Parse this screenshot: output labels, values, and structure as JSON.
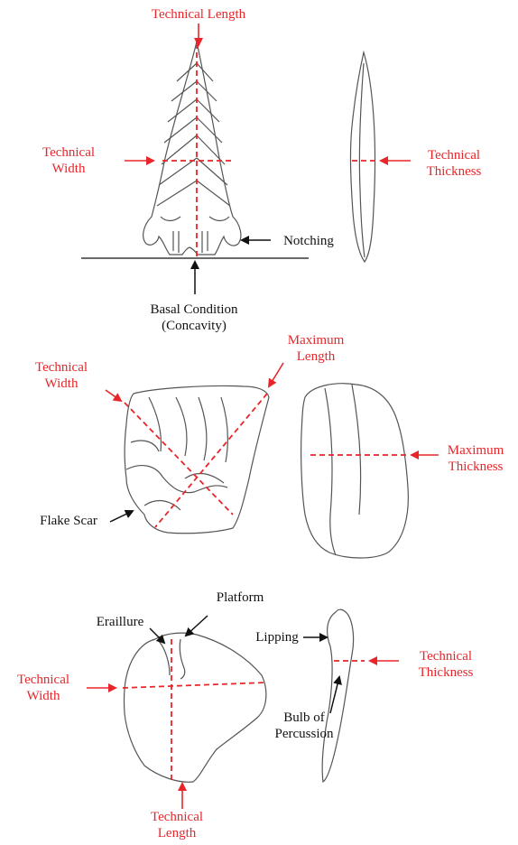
{
  "colors": {
    "measure": "#e8262a",
    "annotation": "#111111",
    "drawing": "#555555"
  },
  "projectile_point": {
    "technical_length": "Technical Length",
    "technical_width": [
      "Technical",
      "Width"
    ],
    "technical_thickness": [
      "Technical",
      "Thickness"
    ],
    "notching": "Notching",
    "basal_condition": [
      "Basal Condition",
      "(Concavity)"
    ]
  },
  "core": {
    "technical_width": [
      "Technical",
      "Width"
    ],
    "maximum_length": [
      "Maximum",
      "Length"
    ],
    "maximum_thickness": [
      "Maximum",
      "Thickness"
    ],
    "flake_scar": "Flake Scar"
  },
  "flake": {
    "platform": "Platform",
    "eraillure": "Eraillure",
    "lipping": "Lipping",
    "technical_thickness": [
      "Technical",
      "Thickness"
    ],
    "technical_width": [
      "Technical",
      "Width"
    ],
    "bulb_of_percussion": [
      "Bulb of",
      "Percussion"
    ],
    "technical_length": [
      "Technical",
      "Length"
    ]
  }
}
